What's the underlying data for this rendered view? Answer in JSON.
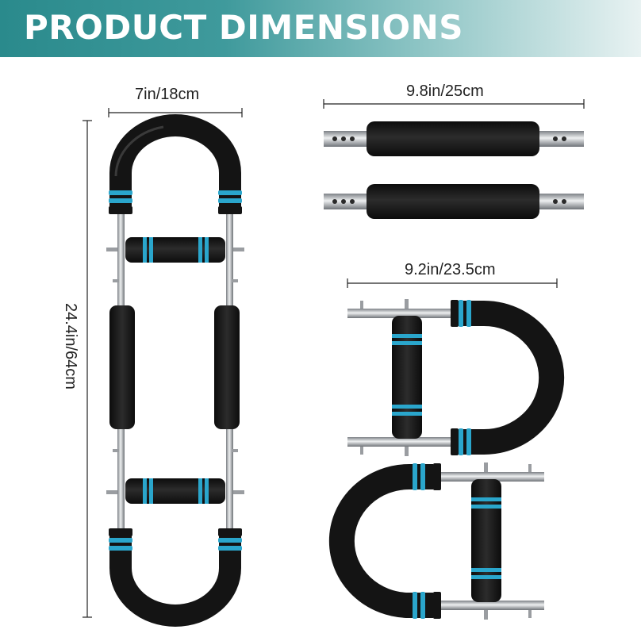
{
  "banner": {
    "title": "PRODUCT DIMENSIONS",
    "gradient_start": "#2a8a8c",
    "gradient_end": "#e8f2f2"
  },
  "dimensions": {
    "width_assembled": "7in/18cm",
    "height_assembled": "24.4in/64cm",
    "handle_length": "9.8in/25cm",
    "stand_length": "9.2in/23.5cm"
  },
  "colors": {
    "foam": "#141414",
    "accent_ring": "#2aa6cc",
    "steel": "#b9bcbf",
    "line": "#222222"
  }
}
